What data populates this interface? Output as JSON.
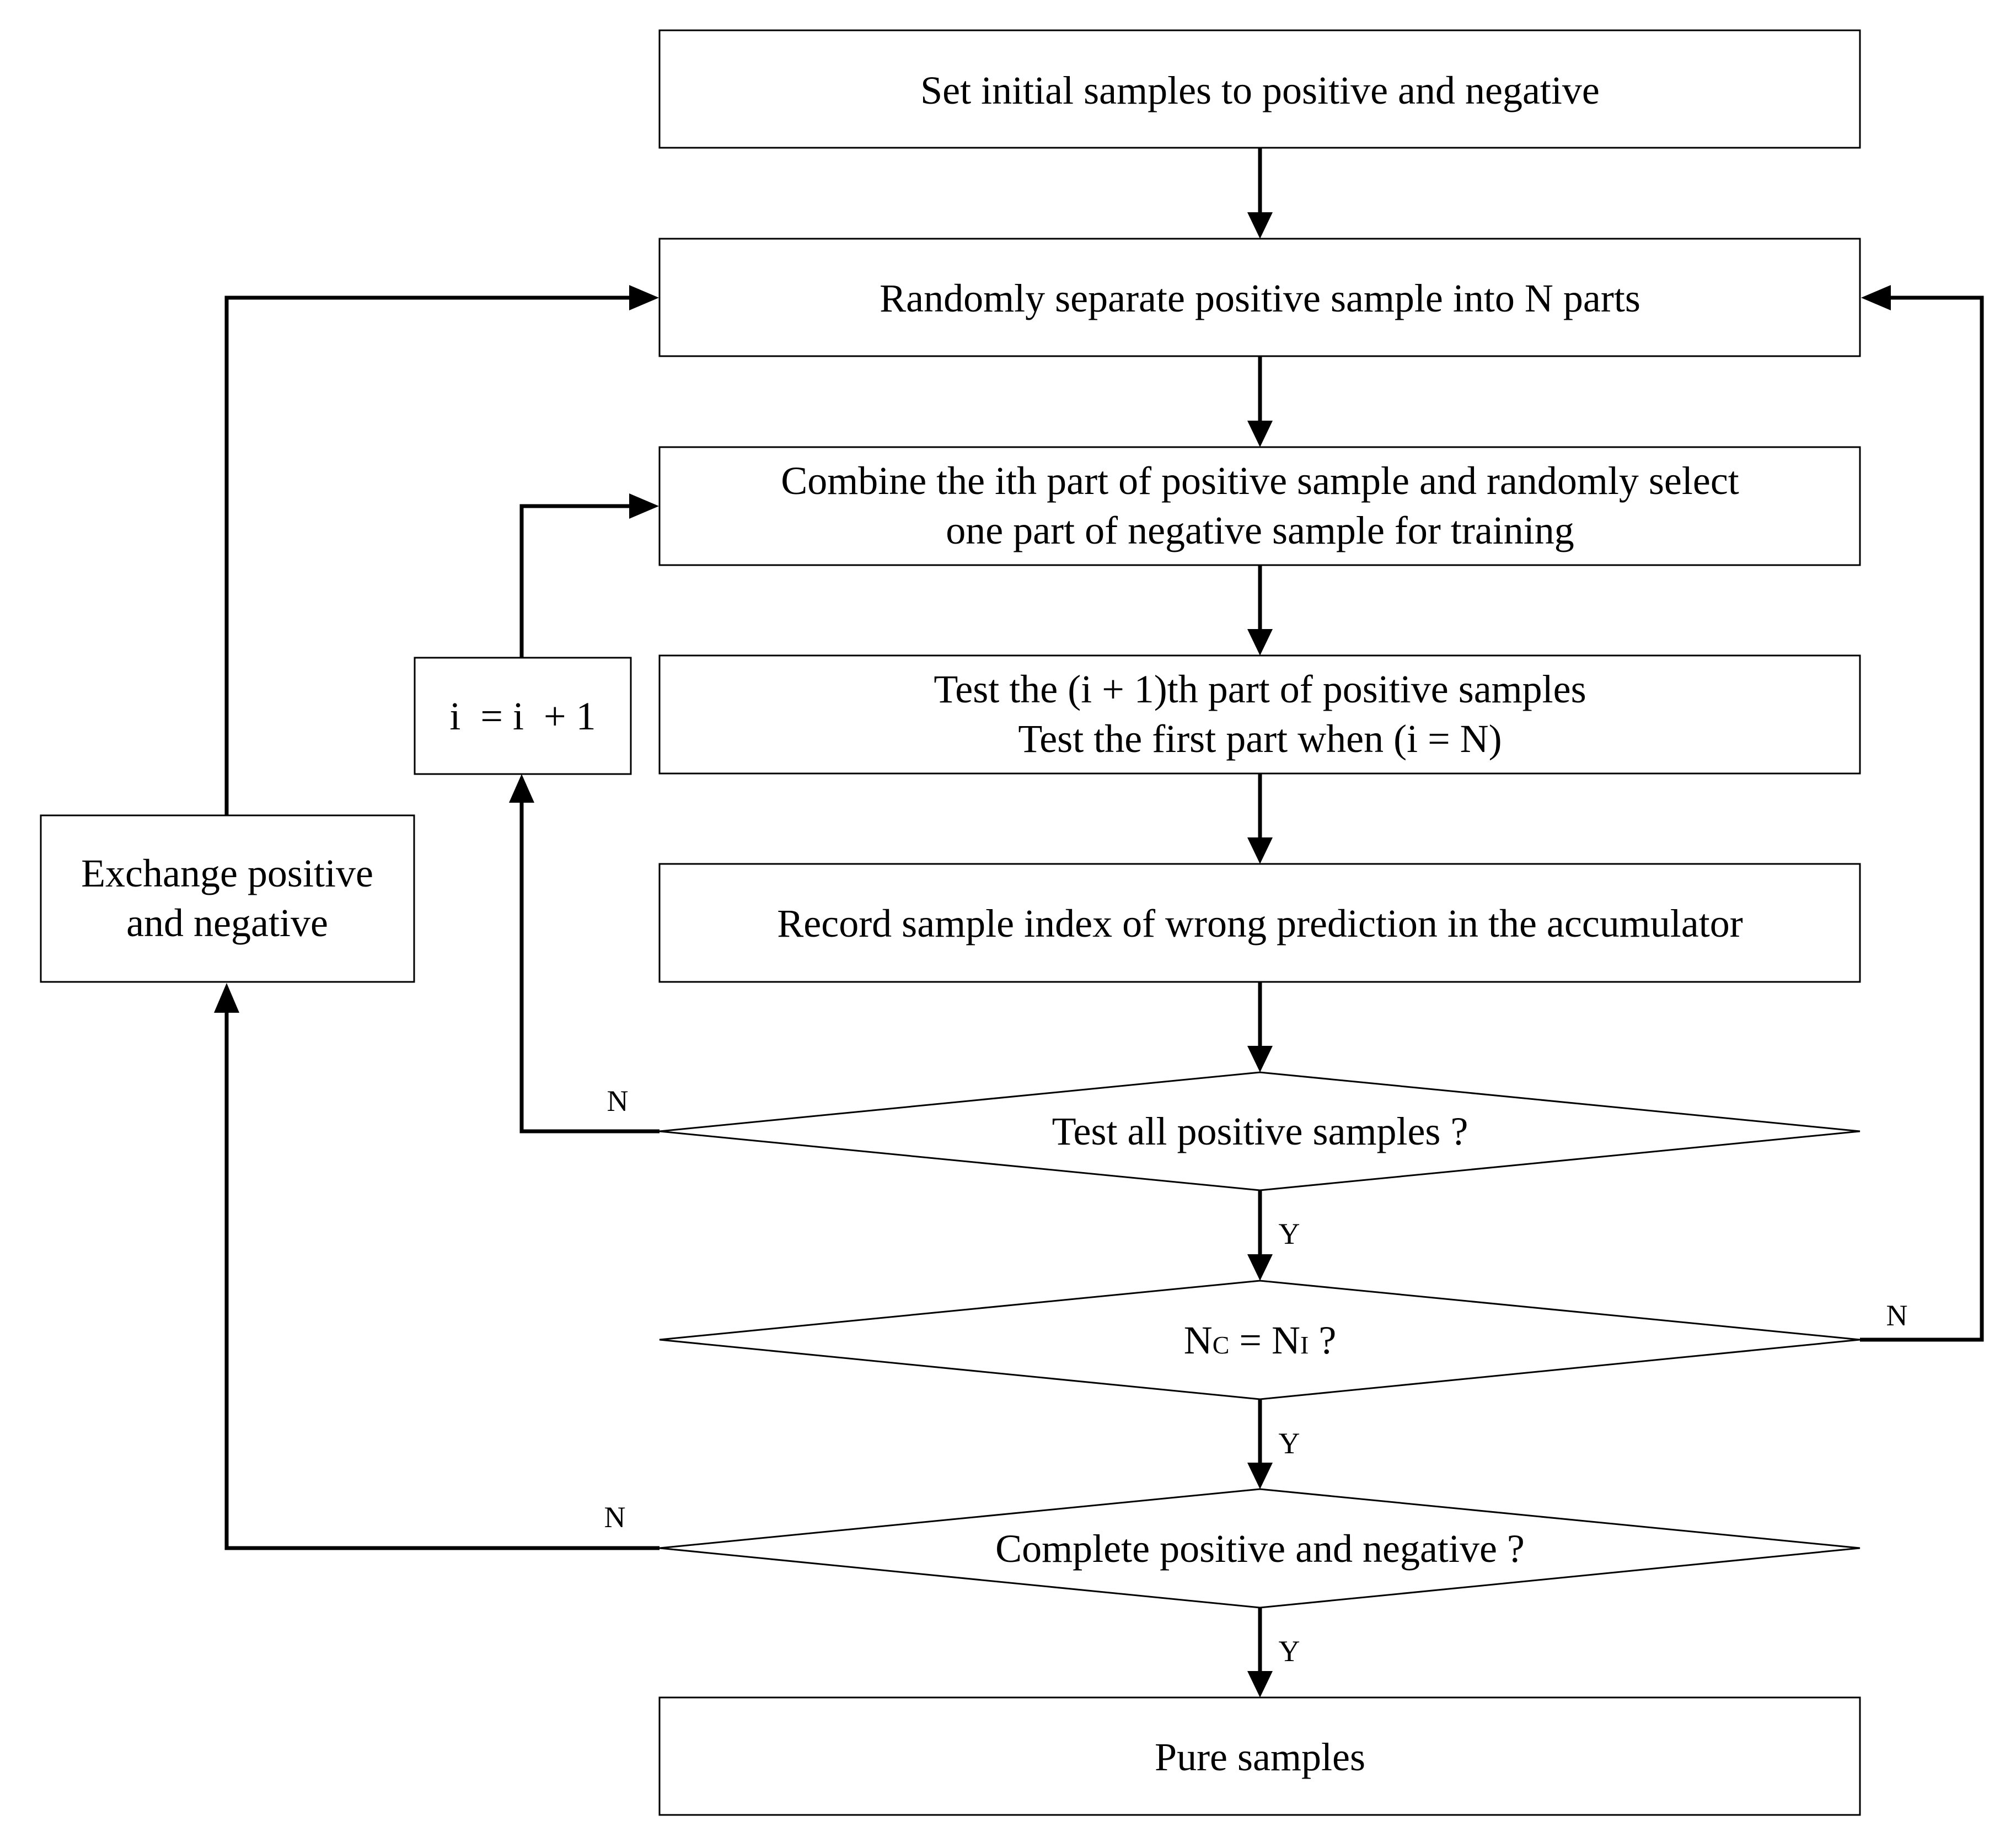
{
  "diagram": {
    "nodes": {
      "set_initial": {
        "lines": [
          "Set initial samples to positive and negative"
        ]
      },
      "randomly_separate": {
        "lines": [
          "Randomly separate positive sample into N parts"
        ]
      },
      "combine": {
        "lines": [
          "Combine the ith part of positive sample and randomly select",
          "one part of negative sample for training"
        ]
      },
      "test_part": {
        "lines": [
          "Test the (i + 1)th part of positive samples",
          "Test the first part when (i  = N)"
        ]
      },
      "record": {
        "lines": [
          "Record sample index of wrong prediction in the accumulator"
        ]
      },
      "test_all": {
        "lines": [
          "Test all positive samples ?"
        ]
      },
      "nc_eq_ni": {
        "base1": "N",
        "sub1": "C",
        "middle": " = N",
        "sub2": "I",
        "tail": " ?"
      },
      "complete": {
        "lines": [
          "Complete positive and negative ?"
        ]
      },
      "pure": {
        "lines": [
          "Pure samples"
        ]
      },
      "increment": {
        "lines": [
          "i  = i  + 1"
        ]
      },
      "exchange": {
        "lines": [
          "Exchange positive",
          "and negative"
        ]
      }
    },
    "edge_labels": {
      "test_all_no": "N",
      "test_all_yes": "Y",
      "nc_no": "N",
      "nc_yes": "Y",
      "complete_no": "N",
      "complete_yes": "Y"
    }
  }
}
